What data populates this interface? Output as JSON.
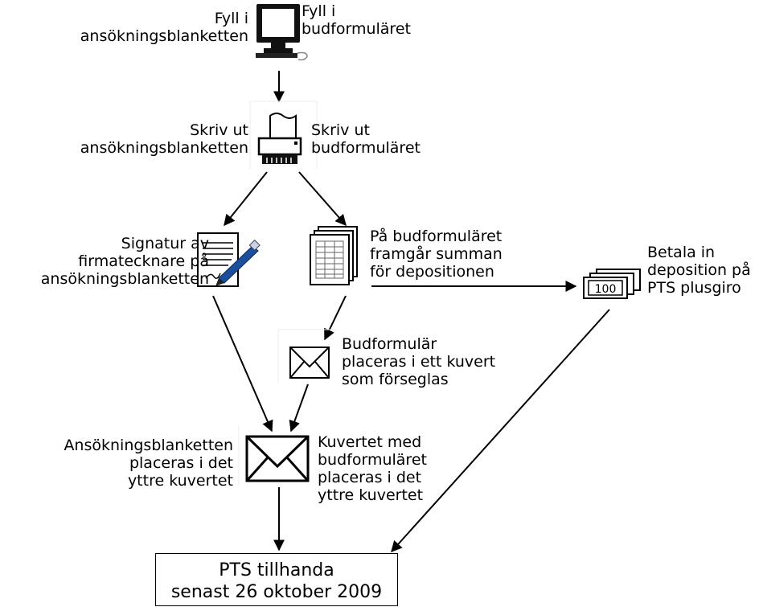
{
  "steps": {
    "fill": {
      "left": [
        "Fyll i",
        "ansökningsblanketten"
      ],
      "right": [
        "Fyll i",
        "budformuläret"
      ]
    },
    "print": {
      "left": [
        "Skriv ut",
        "ansökningsblanketten"
      ],
      "right": [
        "Skriv ut",
        "budformuläret"
      ]
    },
    "sign": [
      "Signatur av",
      "firmatecknare på",
      "ansökningsblanketten"
    ],
    "sum": [
      "På budformuläret",
      "framgår summan",
      "för depositionen"
    ],
    "pay": [
      "Betala in",
      "deposition på",
      "PTS plusgiro"
    ],
    "money_label": "100",
    "envelope_inner": [
      "Budformulär",
      "placeras i ett kuvert",
      "som förseglas"
    ],
    "outer_left": [
      "Ansökningsblanketten",
      "placeras i det",
      "yttre kuvertet"
    ],
    "outer_right": [
      "Kuvertet med",
      "budformuläret",
      "placeras i det",
      "yttre kuvertet"
    ],
    "final": [
      "PTS tillhanda",
      "senast 26 oktober 2009"
    ]
  }
}
